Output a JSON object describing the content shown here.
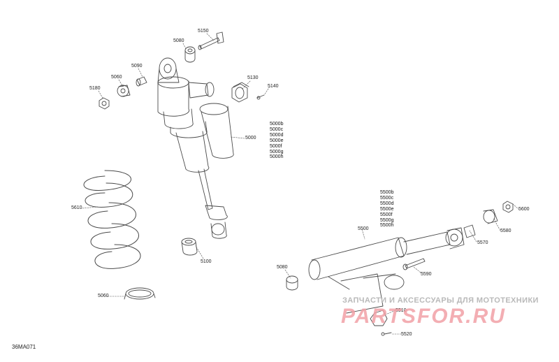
{
  "figure_code": "36MA071",
  "callouts": {
    "c5150": "5150",
    "c5080_top": "5080",
    "c5090": "5090",
    "c5060": "5060",
    "c5180": "5180",
    "c5130": "5130",
    "c5140": "5140",
    "c5000": "5000",
    "c5610": "5610",
    "c5100": "5100",
    "c5060_bottom": "5060",
    "c5500": "5500",
    "c5600": "5600",
    "c5580": "5580",
    "c5570": "5570",
    "c5590": "5590",
    "c5080_right": "5080",
    "c5510": "5510",
    "c5520": "5520"
  },
  "variants_5000": [
    "5000b",
    "5000c",
    "5000d",
    "5000e",
    "5000f",
    "5000g",
    "5000h"
  ],
  "variants_5500": [
    "5500b",
    "5500c",
    "5500d",
    "5500e",
    "5500f",
    "5500g",
    "5500h"
  ],
  "watermark": {
    "tagline": "ЗАПЧАСТИ И АКСЕССУАРЫ ДЛЯ МОТОТЕХНИКИ",
    "logo": "PARTSFOR.RU"
  }
}
